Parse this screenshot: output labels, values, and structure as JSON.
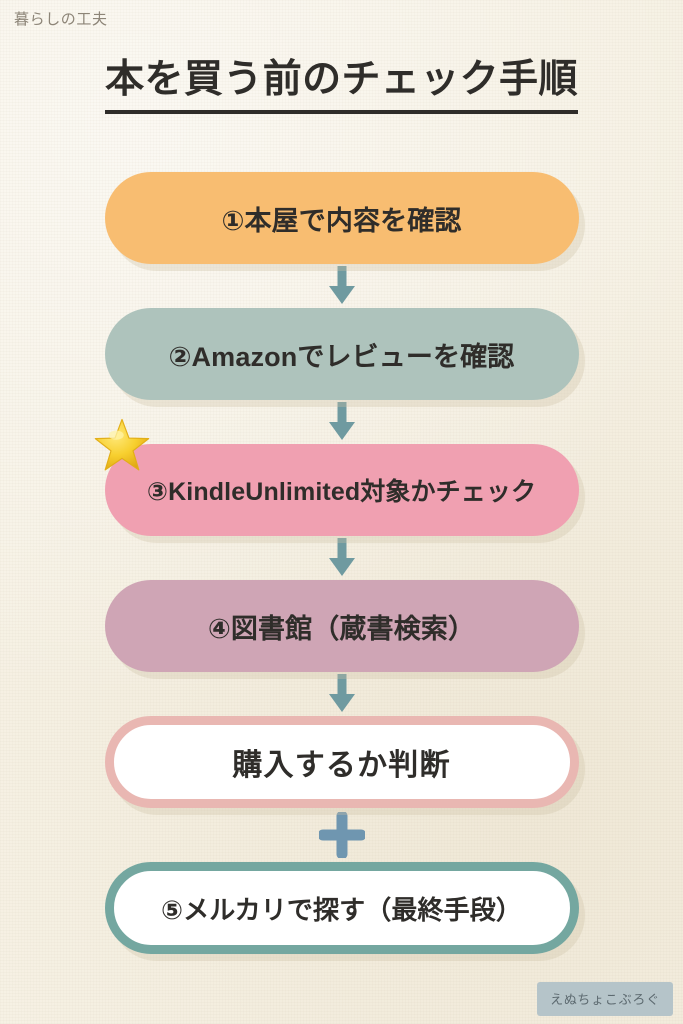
{
  "brand": {
    "label": "暮らしの工夫"
  },
  "title": {
    "text": "本を買う前のチェック手順"
  },
  "colors": {
    "background": "#f6f1e4",
    "title_text": "#2f2d2a",
    "step1_fill": "#f8bd71",
    "step2_fill": "#aec3bc",
    "step3_fill": "#f0a0b1",
    "step4_fill": "#cfa5b5",
    "step5_border": "#e9b7b2",
    "step6_border": "#74a7a0",
    "arrow": "#6f9aa0",
    "plus": "#6f96b0",
    "star": "#f5cf3d",
    "watermark_bg": "#b5c4c9"
  },
  "flow": {
    "steps": [
      {
        "id": "step-1",
        "label": "①本屋で内容を確認",
        "fill": "#f8bd71",
        "badge": null
      },
      {
        "id": "step-2",
        "label": "②Amazonでレビューを確認",
        "fill": "#aec3bc",
        "badge": null
      },
      {
        "id": "step-3",
        "label": "③KindleUnlimited対象かチェック",
        "fill": "#f0a0b1",
        "badge": "star-icon"
      },
      {
        "id": "step-4",
        "label": "④図書館（蔵書検索）",
        "fill": "#cfa5b5",
        "badge": null
      },
      {
        "id": "step-5",
        "label": "購入するか判断",
        "fill": "#ffffff",
        "badge": null
      },
      {
        "id": "step-6",
        "label": "⑤メルカリで探す（最終手段）",
        "fill": "#ffffff",
        "badge": null
      }
    ],
    "connectors": [
      {
        "id": "connector-1-2",
        "type": "arrow-down-icon"
      },
      {
        "id": "connector-2-3",
        "type": "arrow-down-icon"
      },
      {
        "id": "connector-3-4",
        "type": "arrow-down-icon"
      },
      {
        "id": "connector-4-5",
        "type": "arrow-down-icon"
      },
      {
        "id": "connector-5-6",
        "type": "plus-icon"
      }
    ]
  },
  "watermark": {
    "label": "えぬちょこぶろぐ"
  }
}
